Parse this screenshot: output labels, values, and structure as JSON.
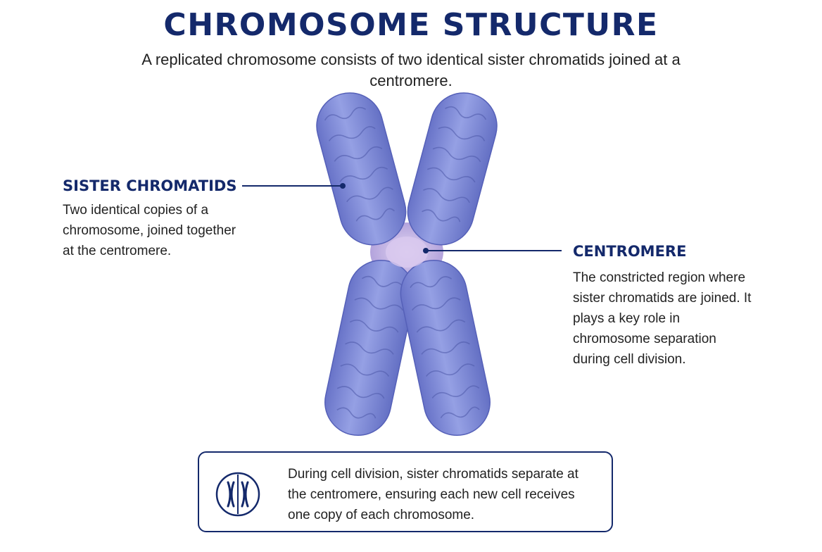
{
  "title": "CHROMOSOME STRUCTURE",
  "subtitle": "A replicated chromosome consists of two identical sister chromatids joined at a centromere.",
  "labels": {
    "sister_chromatids": {
      "title": "SISTER CHROMATIDS",
      "description": "Two identical copies of a chromosome, joined together at the centromere."
    },
    "centromere": {
      "title": "CENTROMERE",
      "description": "The constricted region where sister chromatids are joined. It plays a key role in chromosome separation during cell division."
    }
  },
  "info_box": {
    "icon": "chromosome-pair-icon",
    "text": "During cell division, sister chromatids separate at the centromere, ensuring each new cell receives one copy of each chromosome."
  },
  "colors": {
    "heading": "#14296b",
    "chromatid": "#7f8ad6",
    "chromatid_edge": "#5560b8",
    "centromere": "#c9b6e4"
  }
}
